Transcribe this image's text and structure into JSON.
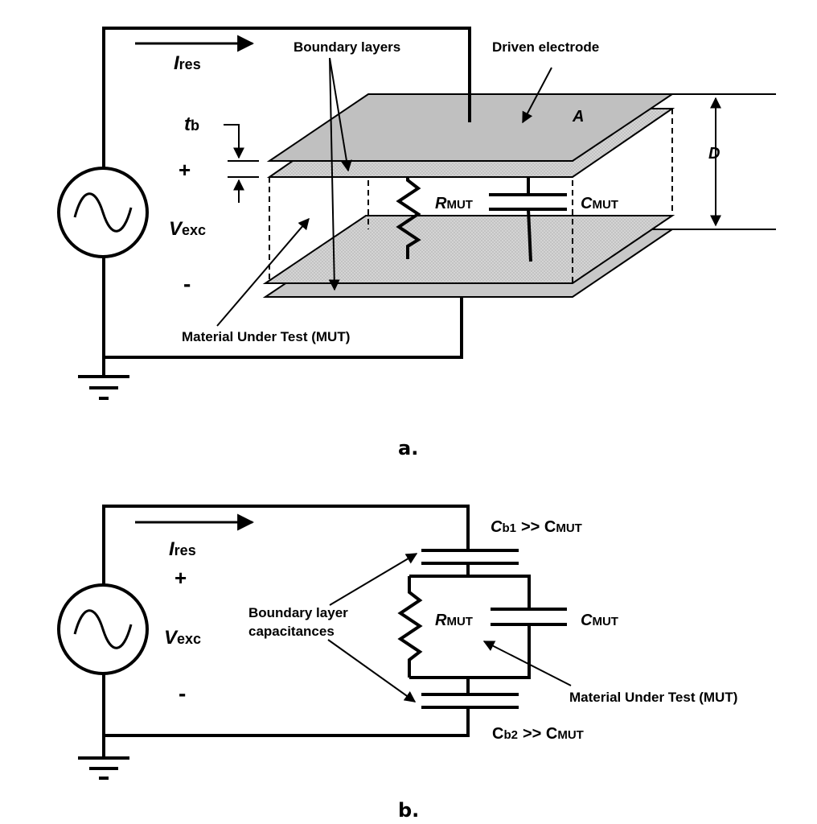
{
  "figure_a": {
    "current_symbol": "I",
    "current_sub": "res",
    "boundary_layers": "Boundary layers",
    "driven_electrode": "Driven electrode",
    "area_symbol": "A",
    "thickness_symbol": "t",
    "thickness_sub": "b",
    "distance_symbol": "D",
    "plus": "+",
    "minus": "-",
    "voltage_symbol": "V",
    "voltage_sub": "exc",
    "r_symbol": "R",
    "r_sub": "MUT",
    "c_symbol": "C",
    "c_sub": "MUT",
    "mut_label": "Material Under Test (MUT)",
    "caption": "a."
  },
  "figure_b": {
    "current_symbol": "I",
    "current_sub": "res",
    "plus": "+",
    "minus": "-",
    "voltage_symbol": "V",
    "voltage_sub": "exc",
    "cb1_symbol": "C",
    "cb1_sub": "b1",
    "cb1_rest": ">> C",
    "cb1_rest_sub": "MUT",
    "cb2_symbol": "C",
    "cb2_sub": "b2",
    "cb2_rest": ">> C",
    "cb2_rest_sub": "MUT",
    "boundary_line1": "Boundary layer",
    "boundary_line2": "capacitances",
    "r_symbol": "R",
    "r_sub": "MUT",
    "c_symbol": "C",
    "c_sub": "MUT",
    "mut_label": "Material Under Test (MUT)",
    "caption": "b."
  }
}
